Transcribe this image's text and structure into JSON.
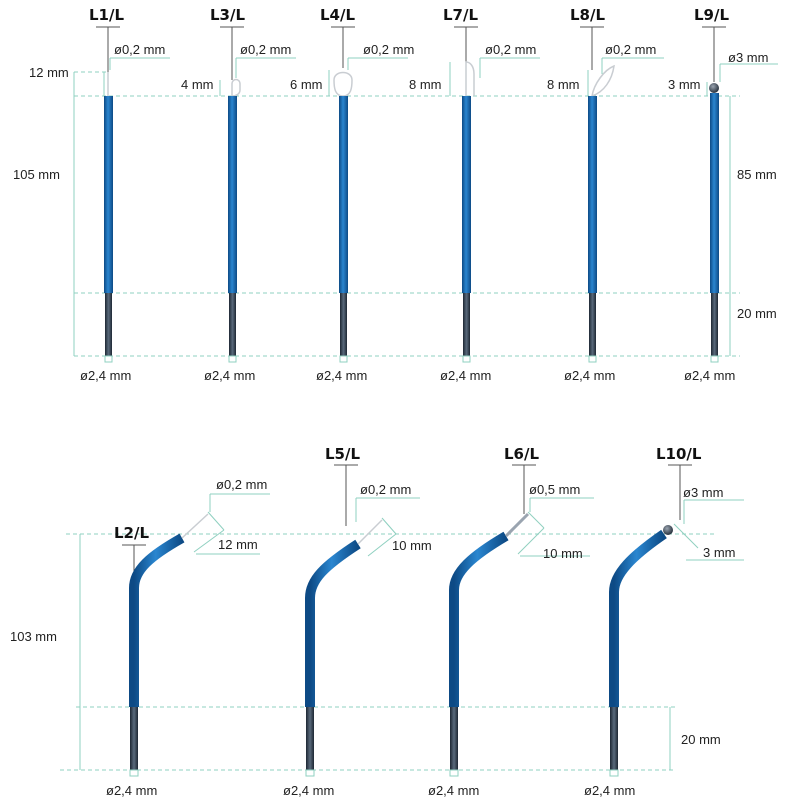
{
  "colors": {
    "electrode_blue": "#1a6fb8",
    "electrode_dark": "#0d4a85",
    "shaft_grey": "#2b3a4a",
    "guide_line": "#8fd0c0",
    "wire_grey": "#c9cdd2"
  },
  "top_row": {
    "overall_length": "105 mm",
    "tip_length_l1": "12 mm",
    "insulated_length": "85 mm",
    "connector_length": "20 mm",
    "electrodes": [
      {
        "code": "L1/L",
        "tip_diameter": "ø0,2 mm",
        "tip_size": "",
        "base_diameter": "ø2,4 mm"
      },
      {
        "code": "L3/L",
        "tip_diameter": "ø0,2 mm",
        "tip_size": "4 mm",
        "base_diameter": "ø2,4 mm"
      },
      {
        "code": "L4/L",
        "tip_diameter": "ø0,2 mm",
        "tip_size": "6 mm",
        "base_diameter": "ø2,4 mm"
      },
      {
        "code": "L7/L",
        "tip_diameter": "ø0,2 mm",
        "tip_size": "8 mm",
        "base_diameter": "ø2,4 mm"
      },
      {
        "code": "L8/L",
        "tip_diameter": "ø0,2 mm",
        "tip_size": "8 mm",
        "base_diameter": "ø2,4 mm"
      },
      {
        "code": "L9/L",
        "tip_diameter": "ø3 mm",
        "tip_size": "3 mm",
        "base_diameter": "ø2,4 mm"
      }
    ]
  },
  "bottom_row": {
    "overall_length": "103 mm",
    "connector_length": "20 mm",
    "electrodes": [
      {
        "code": "L2/L",
        "tip_diameter": "ø0,2 mm",
        "tip_size": "12 mm",
        "base_diameter": "ø2,4 mm"
      },
      {
        "code": "L5/L",
        "tip_diameter": "ø0,2 mm",
        "tip_size": "10  mm",
        "base_diameter": "ø2,4 mm"
      },
      {
        "code": "L6/L",
        "tip_diameter": "ø0,5 mm",
        "tip_size": "10 mm",
        "base_diameter": "ø2,4 mm"
      },
      {
        "code": "L10/L",
        "tip_diameter": "ø3 mm",
        "tip_size": "3 mm",
        "base_diameter": "ø2,4 mm"
      }
    ]
  }
}
